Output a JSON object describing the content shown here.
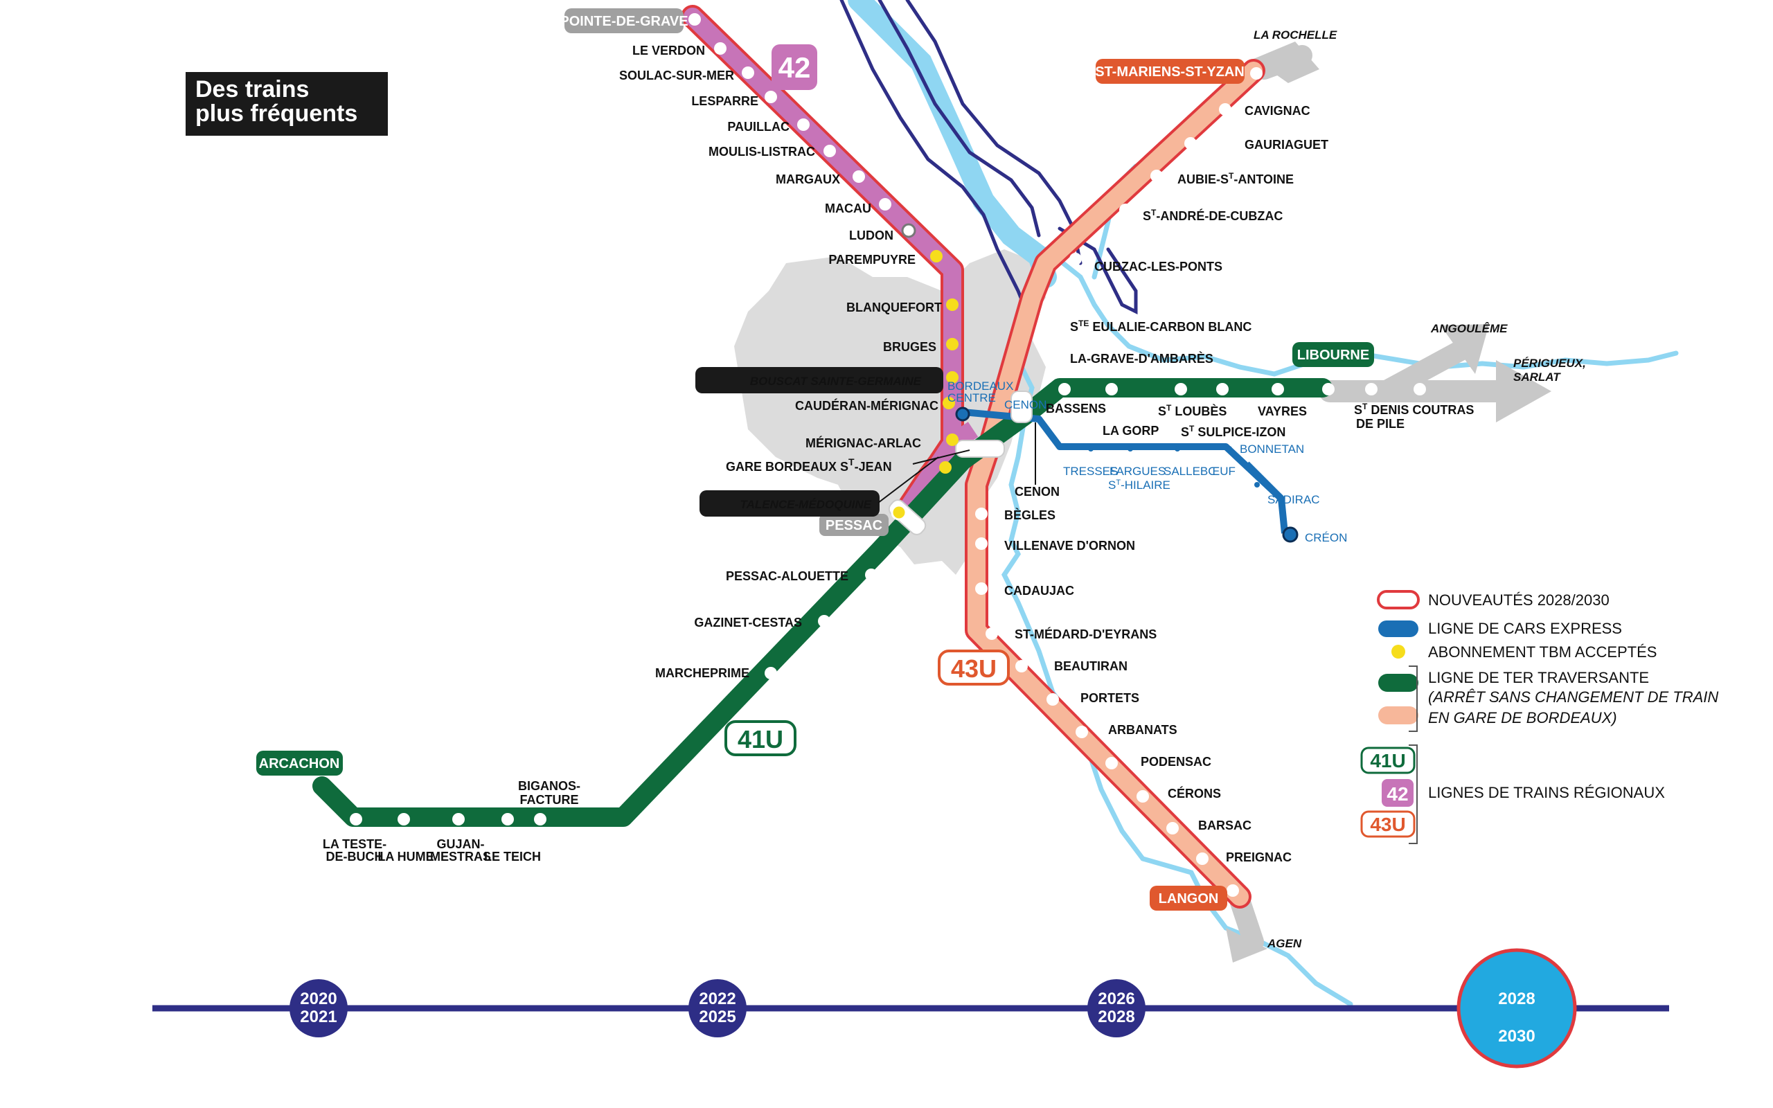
{
  "title": {
    "line1": "Des trains",
    "line2": "plus fréquents"
  },
  "colors": {
    "ter_traversante": "#0f6b3c",
    "line42": "#c774b8",
    "line43u": "#f7b79a",
    "line43u_dark": "#e0582e",
    "nouveautes": "#e03a3e",
    "cars_express": "#1a6fb5",
    "tbm": "#f6dd1c",
    "river": "#8fd6f2",
    "timeline": "#2e2e86",
    "urban": "#dcdcdc"
  },
  "lines": {
    "l41u": {
      "badge": "41U",
      "terminus": "ARCACHON"
    },
    "l42": {
      "badge": "42",
      "terminus": "POINTE-DE-GRAVE"
    },
    "l43u": {
      "badge": "43U",
      "terminus_south": "LANGON",
      "terminus_north": "ST-MARIENS-ST-YZAN"
    },
    "libourne": {
      "terminus": "LIBOURNE"
    },
    "pessac": {
      "terminus": "PESSAC"
    }
  },
  "stations": {
    "le_verdon": "LE VERDON",
    "soulac": "SOULAC-SUR-MER",
    "lesparre": "LESPARRE",
    "pauillac": "PAUILLAC",
    "moulis": "MOULIS-LISTRAC",
    "margaux": "MARGAUX",
    "macau": "MACAU",
    "ludon": "LUDON",
    "parempuyre": "PAREMPUYRE",
    "blanquefort": "BLANQUEFORT",
    "bruges": "BRUGES",
    "bouscat": "BOUSCAT SAINTE-GERMAINE",
    "cauderan": "CAUDÉRAN-MÉRIGNAC",
    "merignac": "MÉRIGNAC-ARLAC",
    "gare_stjean_a": "GARE BORDEAUX S",
    "gare_stjean_sup": "T",
    "gare_stjean_b": "-JEAN",
    "talence": "TALENCE-MÉDOQUINE",
    "pessac_alouette": "PESSAC-ALOUETTE",
    "gazinet": "GAZINET-CESTAS",
    "marcheprime": "MARCHEPRIME",
    "biganos_1": "BIGANOS-",
    "biganos_2": "FACTURE",
    "lateste_1": "LA TESTE-",
    "lateste_2": "DE-BUCH",
    "lahume": "LA HUME",
    "gujan_1": "GUJAN-",
    "gujan_2": "MESTRAS",
    "leteich": "LE TEICH",
    "cavignac": "CAVIGNAC",
    "gauriaguet": "GAURIAGUET",
    "aubie_a": "AUBIE-S",
    "aubie_sup": "T",
    "aubie_b": "-ANTOINE",
    "standre_a": "S",
    "standre_sup": "T",
    "standre_b": "-ANDRÉ-DE-CUBZAC",
    "cubzac": "CUBZAC-LES-PONTS",
    "steulalie_a": "S",
    "steulalie_sup": "TE",
    "steulalie_b": " EULALIE-CARBON BLANC",
    "lagrave": "LA-GRAVE-D'AMBARÈS",
    "bassens": "BASSENS",
    "lagorp": "LA GORP",
    "stloubes_a": "S",
    "stloubes_sup": "T",
    "stloubes_b": " LOUBÈS",
    "stsulpice_a": "S",
    "stsulpice_sup": "T",
    "stsulpice_b": " SULPICE-IZON",
    "vayres": "VAYRES",
    "stdenis_a": "S",
    "stdenis_sup": "T",
    "stdenis_b": " DENIS COUTRAS",
    "stdenis_2": "DE PILE",
    "cenon_a": "CENON",
    "cenon_b": "CENON",
    "begles": "BÈGLES",
    "villenave": "VILLENAVE D'ORNON",
    "cadaujac": "CADAUJAC",
    "stmedard": "ST-MÉDARD-D'EYRANS",
    "beautiran": "BEAUTIRAN",
    "portets": "PORTETS",
    "arbanats": "ARBANATS",
    "podensac": "PODENSAC",
    "cerons": "CÉRONS",
    "barsac": "BARSAC",
    "preignac": "PREIGNAC"
  },
  "bus_stops": {
    "bordeaux_centre_1": "BORDEAUX",
    "bordeaux_centre_2": "CENTRE",
    "cenon": "CENON",
    "tresses": "TRESSES",
    "fargues_1": "FARGUES",
    "fargues_2a": "S",
    "fargues_2sup": "T",
    "fargues_2b": "-HILAIRE",
    "sallebœuf": "SALLEBŒUF",
    "bonnetan": "BONNETAN",
    "sadirac": "SADIRAC",
    "creon": "CRÉON"
  },
  "destinations": {
    "la_rochelle": "LA ROCHELLE",
    "angouleme": "ANGOULÊME",
    "perigueux_1": "PÉRIGUEUX,",
    "perigueux_2": "SARLAT",
    "agen": "AGEN"
  },
  "legend": {
    "nouveautes": "NOUVEAUTÉS 2028/2030",
    "cars": "LIGNE DE CARS EXPRESS",
    "tbm": "ABONNEMENT TBM ACCEPTÉS",
    "ter": "LIGNE DE TER TRAVERSANTE",
    "ter_note_1": "(ARRÊT SANS CHANGEMENT DE TRAIN",
    "ter_note_2": "EN GARE DE BORDEAUX)",
    "regional": "LIGNES DE TRAINS RÉGIONAUX",
    "badge_41u": "41U",
    "badge_42": "42",
    "badge_43u": "43U"
  },
  "timeline": [
    {
      "top": "2020",
      "bottom": "2021"
    },
    {
      "top": "2022",
      "bottom": "2025"
    },
    {
      "top": "2026",
      "bottom": "2028"
    },
    {
      "top": "2028",
      "bottom": "2030"
    }
  ]
}
